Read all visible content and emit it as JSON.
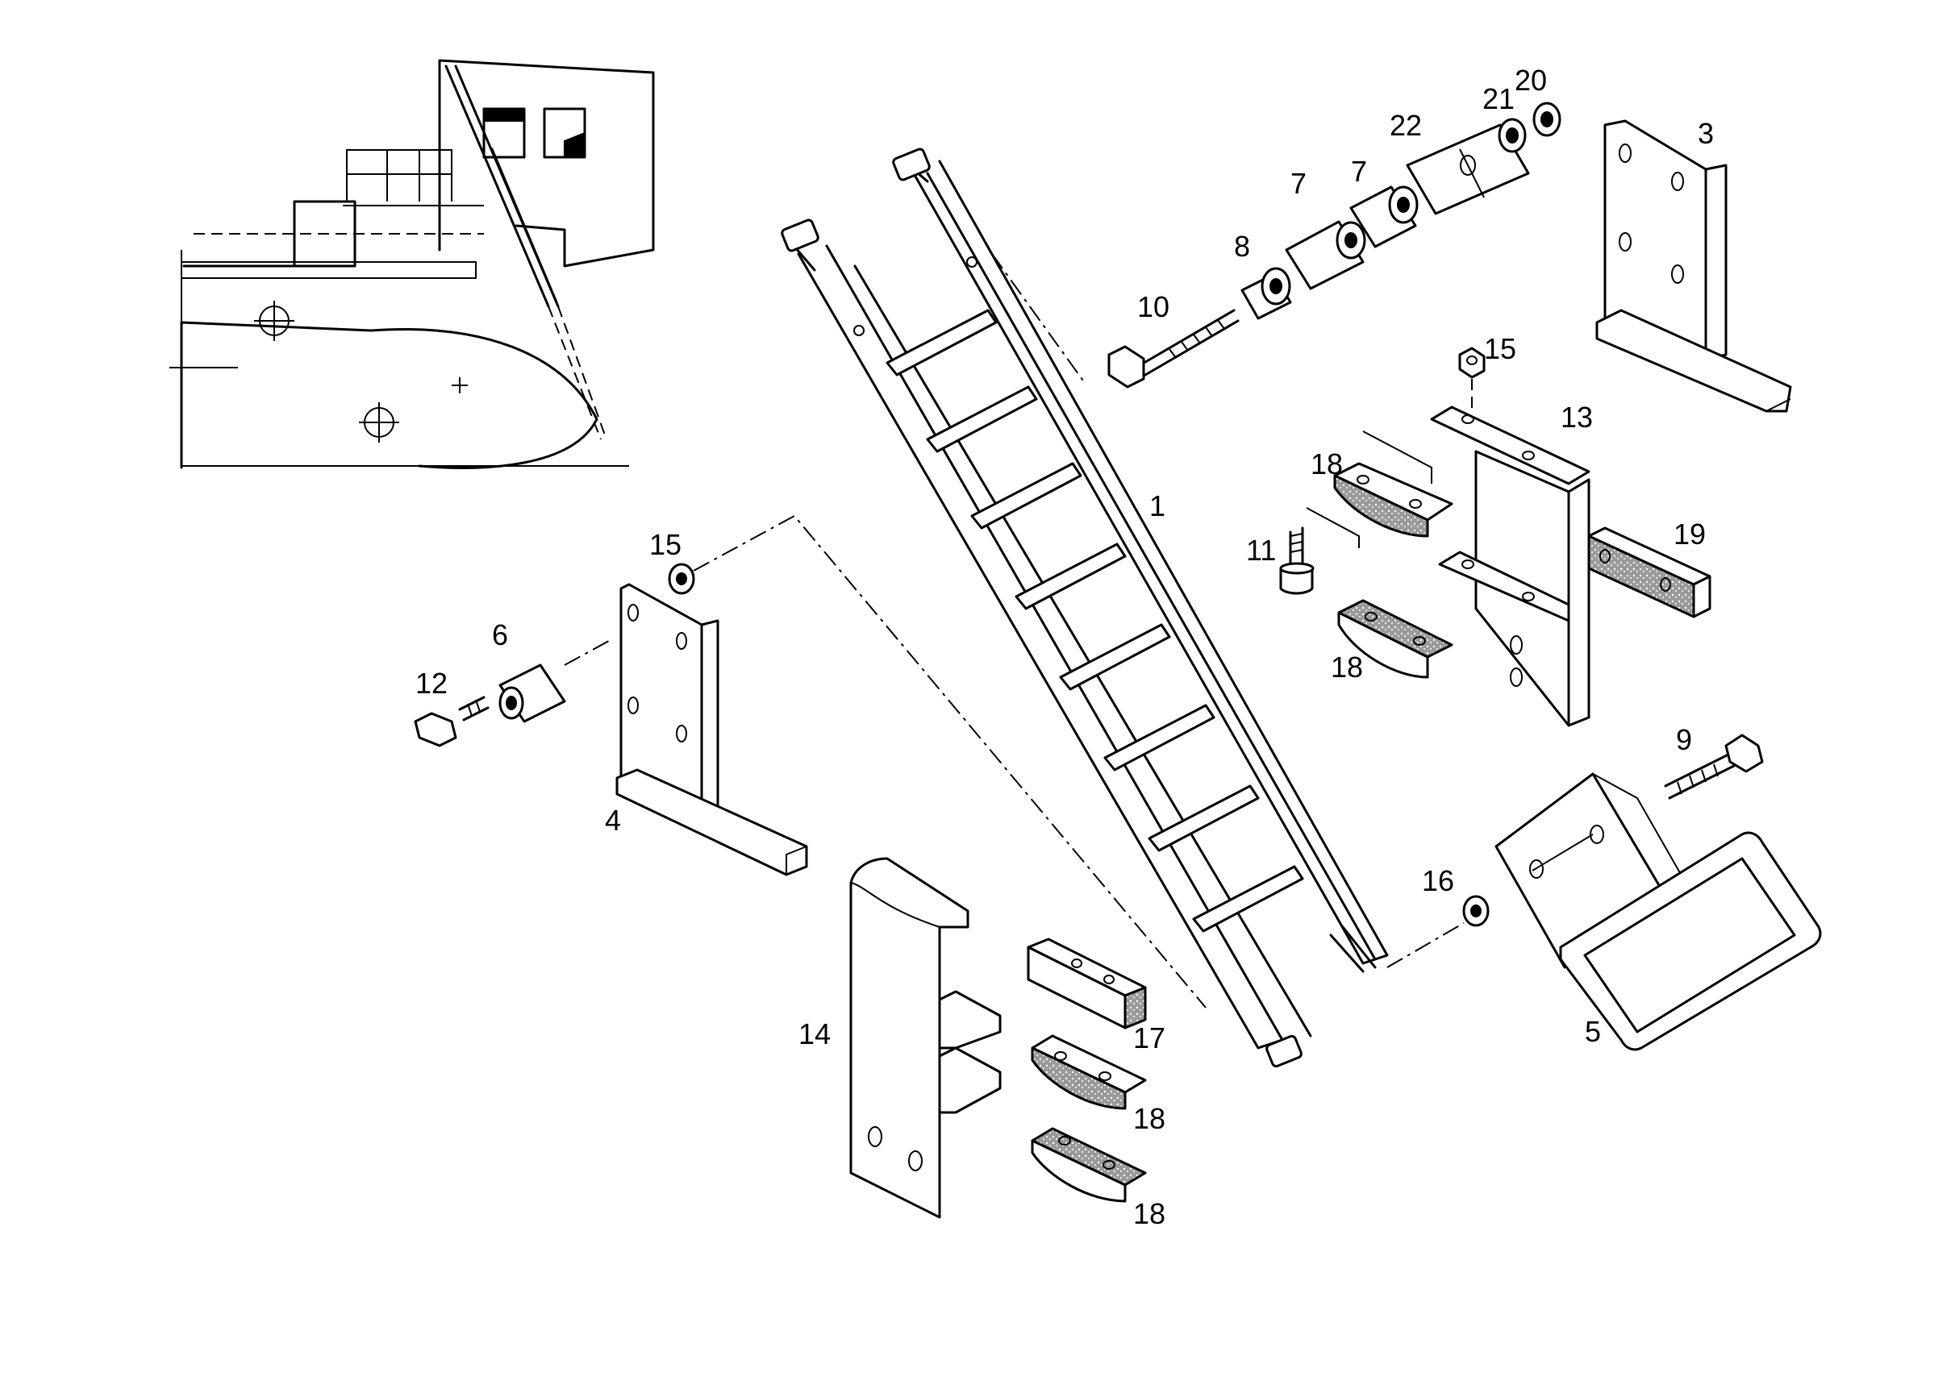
{
  "labels": {
    "l1": "1",
    "l3": "3",
    "l4": "4",
    "l5": "5",
    "l6": "6",
    "l7a": "7",
    "l7b": "7",
    "l8": "8",
    "l9": "9",
    "l10": "10",
    "l11": "11",
    "l12": "12",
    "l13": "13",
    "l14": "14",
    "l15a": "15",
    "l15b": "15",
    "l16": "16",
    "l17": "17",
    "l18a": "18",
    "l18b": "18",
    "l18c": "18",
    "l18d": "18",
    "l19": "19",
    "l20": "20",
    "l21": "21",
    "l22": "22"
  }
}
